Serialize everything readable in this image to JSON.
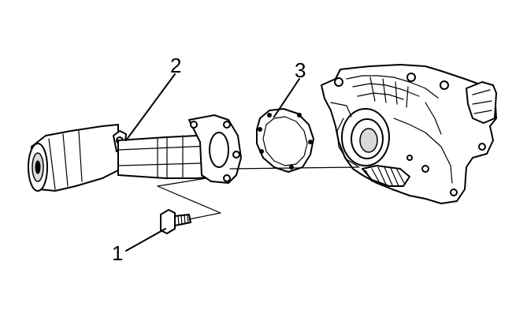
{
  "callouts": {
    "bolt": "1",
    "axle_tube": "2",
    "gasket": "3"
  }
}
